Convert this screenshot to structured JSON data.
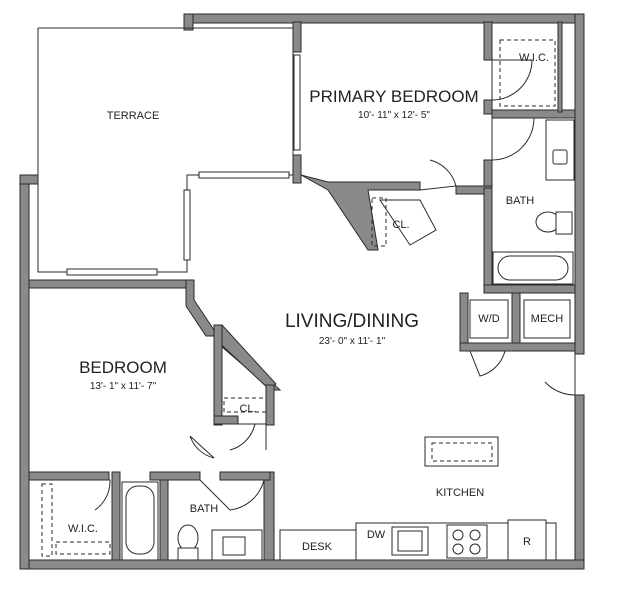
{
  "rooms": {
    "terrace": {
      "name": "TERRACE"
    },
    "primary_bedroom": {
      "name": "PRIMARY BEDROOM",
      "dims": "10'- 11\" x 12'- 5\""
    },
    "primary_wic": {
      "name": "W.I.C."
    },
    "primary_bath": {
      "name": "BATH"
    },
    "primary_closet": {
      "name": "CL."
    },
    "living_dining": {
      "name": "LIVING/DINING",
      "dims": "23'- 0\" x 11'- 1\""
    },
    "washer_dryer": {
      "name": "W/D"
    },
    "mech": {
      "name": "MECH"
    },
    "bedroom": {
      "name": "BEDROOM",
      "dims": "13'- 1\" x 11'- 7\""
    },
    "bedroom_closet": {
      "name": "CL."
    },
    "kitchen": {
      "name": "KITCHEN"
    },
    "bedroom_wic": {
      "name": "W.I.C."
    },
    "bedroom_bath": {
      "name": "BATH"
    },
    "desk": {
      "name": "DESK"
    },
    "dishwasher": {
      "name": "DW"
    },
    "refrigerator": {
      "name": "R"
    }
  },
  "colors": {
    "wall": "#8a8a8a",
    "line": "#2a2a2a",
    "background": "#ffffff"
  }
}
